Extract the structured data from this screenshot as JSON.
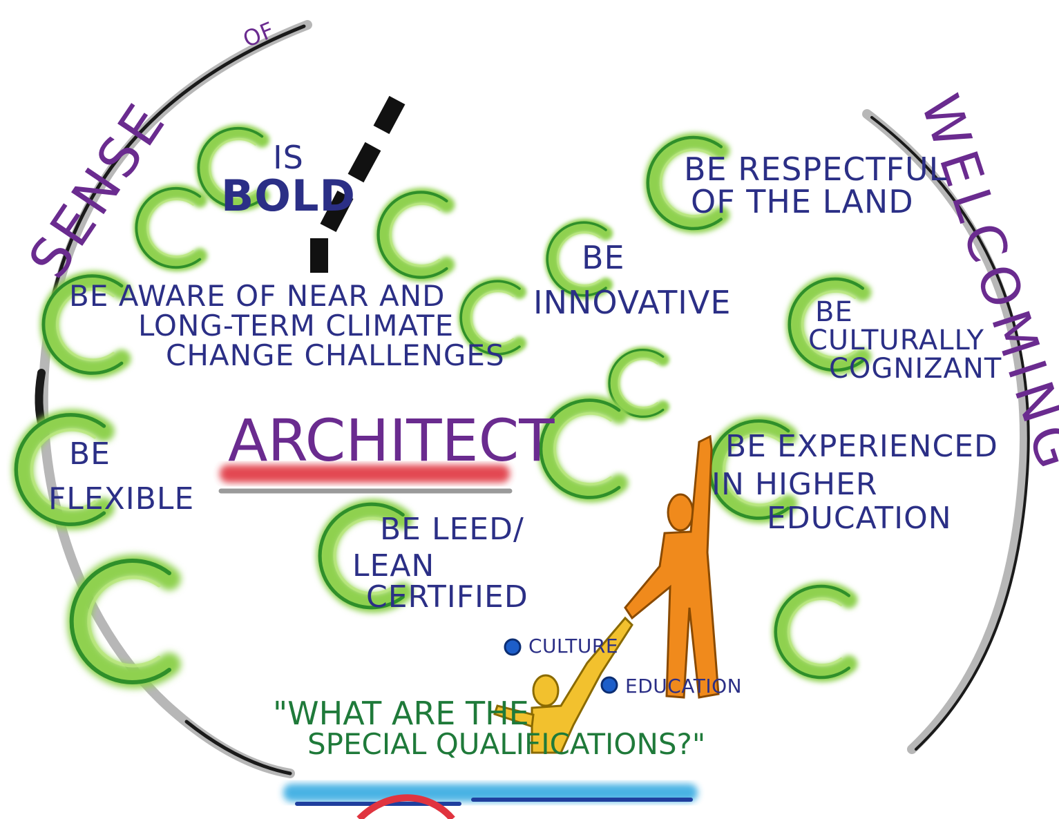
{
  "arc_labels": {
    "left_title": "SENSE",
    "left_of": "OF",
    "right_title": "WELCOMING"
  },
  "center": {
    "title": "ARCHITECT"
  },
  "qualities": [
    {
      "lines": [
        "IS",
        "BOLD"
      ]
    },
    {
      "lines": [
        "BE AWARE OF NEAR AND",
        "LONG-TERM CLIMATE",
        "CHANGE CHALLENGES"
      ]
    },
    {
      "lines": [
        "BE",
        "FLEXIBLE"
      ]
    },
    {
      "lines": [
        "BE LEED/",
        "LEAN",
        "CERTIFIED"
      ]
    },
    {
      "lines": [
        "BE",
        "INNOVATIVE"
      ]
    },
    {
      "lines": [
        "BE RESPECTFUL",
        "OF THE LAND"
      ]
    },
    {
      "lines": [
        "BE",
        "CULTURALLY",
        "COGNIZANT"
      ]
    },
    {
      "lines": [
        "BE EXPERIENCED",
        "IN HIGHER",
        "EDUCATION"
      ]
    }
  ],
  "tags": {
    "culture": "CULTURE",
    "education": "EDUCATION"
  },
  "quote": {
    "line1": "\"WHAT ARE THE",
    "line2": "SPECIAL QUALIFICATIONS?\""
  },
  "colors": {
    "leaf_light": "#8fd14f",
    "leaf_dark": "#2f8f2a",
    "text_navy": "#2b2f86",
    "text_purple": "#6a2b8f",
    "underline_red": "#e0343f",
    "underline_blue": "#2aa6e0",
    "figure_orange": "#f08a1c",
    "figure_yellow": "#f2c12e",
    "quote_green": "#1f7a3a"
  }
}
